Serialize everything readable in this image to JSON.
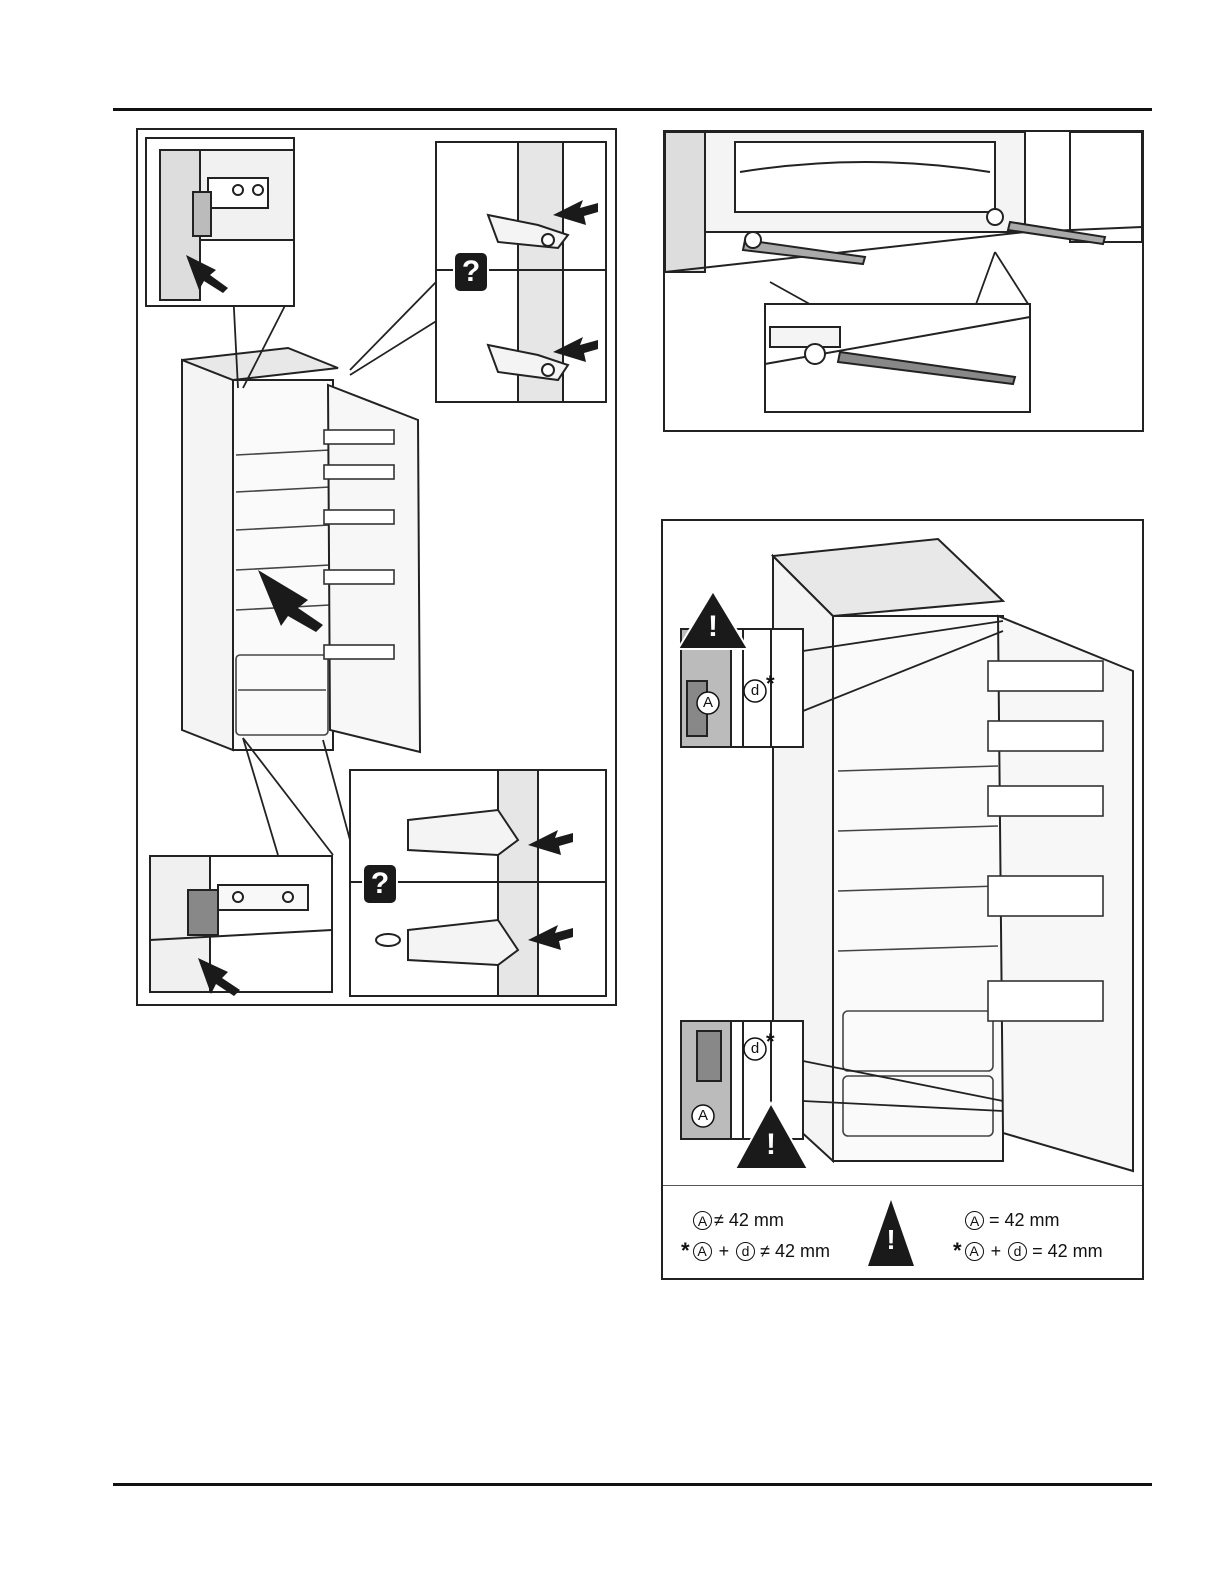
{
  "glyphs": {
    "question": "?",
    "warning": "!",
    "A": "A",
    "d": "d",
    "star": "*"
  },
  "legend": {
    "left": {
      "line1_suffix": "≠ 42 mm",
      "line2_plus": "+",
      "line2_suffix": "≠ 42 mm"
    },
    "right": {
      "line1_suffix": "= 42 mm",
      "line2_plus": "+",
      "line2_suffix": "= 42 mm"
    }
  },
  "colors": {
    "line": "#222222",
    "panel_gray": "#cfcfcf",
    "dark_fill": "#1a1a1a"
  }
}
